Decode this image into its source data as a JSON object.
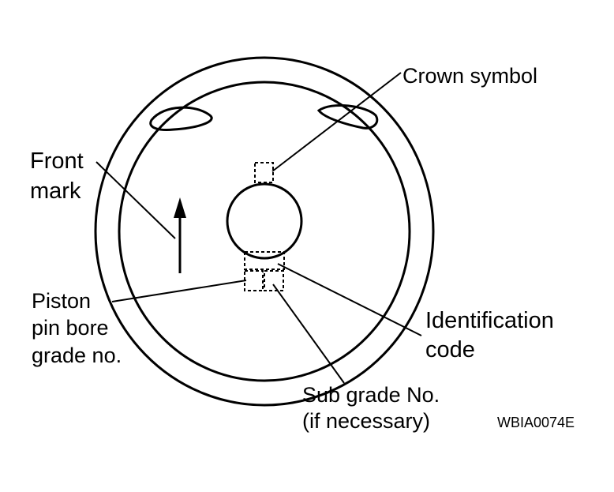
{
  "labels": {
    "crown_symbol": "Crown symbol",
    "front_mark_line1": "Front",
    "front_mark_line2": "mark",
    "piston_line1": "Piston",
    "piston_line2": "pin bore",
    "piston_line3": "grade no.",
    "identification_line1": "Identification",
    "identification_line2": "code",
    "sub_grade_line1": "Sub grade No.",
    "sub_grade_line2": "(if necessary)"
  },
  "figure_code": "WBIA0074E",
  "colors": {
    "ink": "#000000",
    "background": "#ffffff"
  }
}
